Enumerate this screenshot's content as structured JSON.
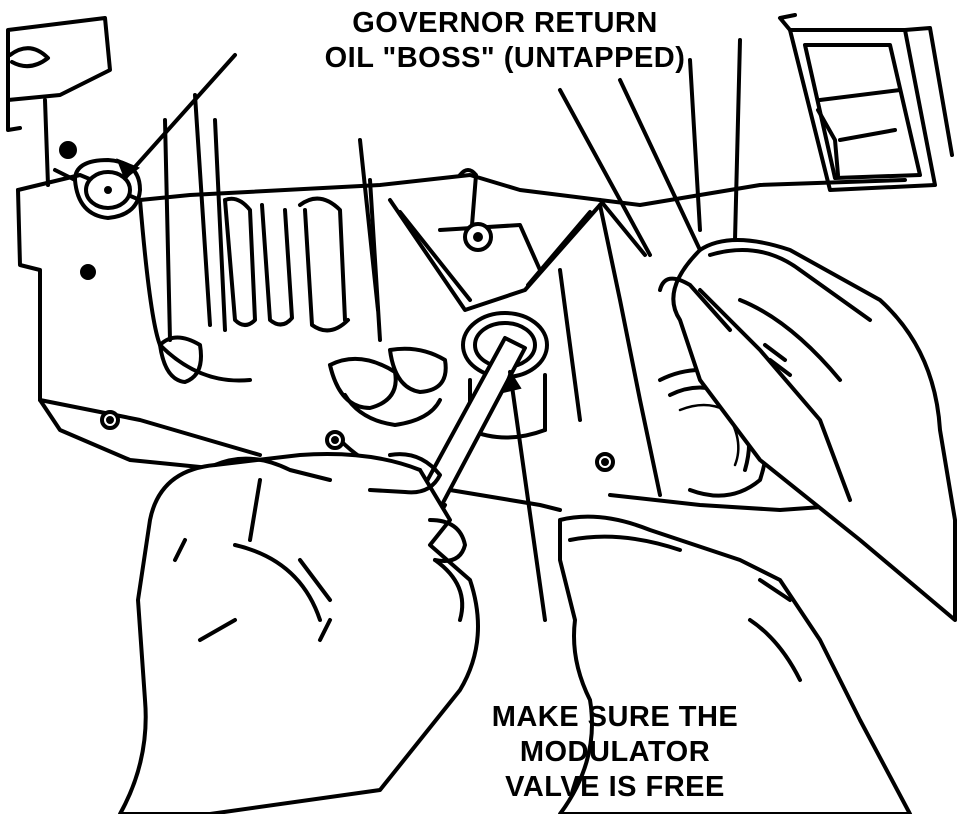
{
  "labels": {
    "governor_boss": [
      "GOVERNOR RETURN",
      "OIL \"BOSS\" (UNTAPPED)"
    ],
    "modulator": [
      "MAKE SURE THE",
      "MODULATOR",
      "VALVE IS FREE"
    ]
  },
  "colors": {
    "ink": "#000000",
    "paper": "#ffffff"
  }
}
